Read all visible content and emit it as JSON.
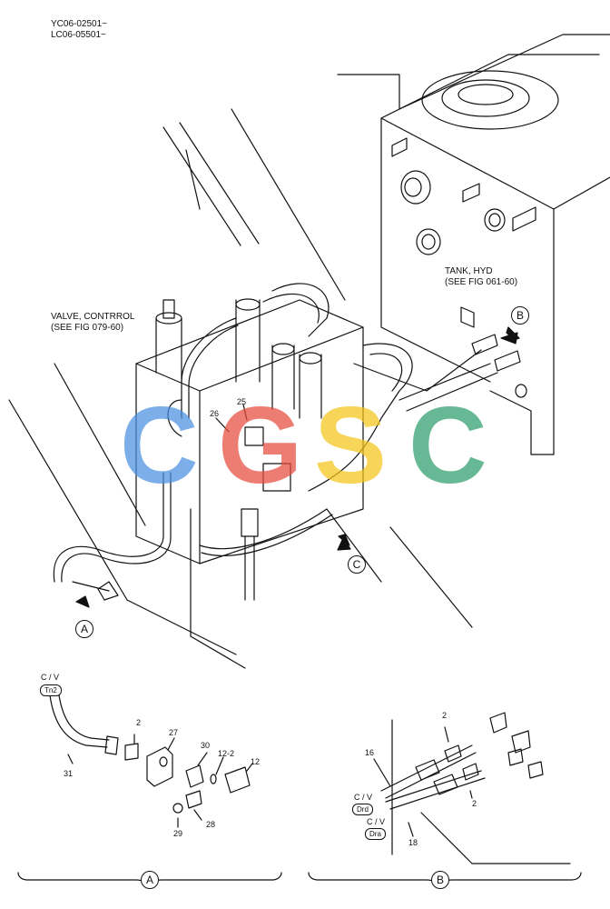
{
  "header": {
    "serial_line1": "YC06-02501~",
    "serial_line2": "LC06-05501~"
  },
  "labels": {
    "tank_line1": "TANK, HYD",
    "tank_line2": "(SEE FIG 061-60)",
    "valve_line1": "VALVE, CONTRROL",
    "valve_line2": "(SEE FIG 079-60)"
  },
  "view_markers": {
    "a": "A",
    "b": "B",
    "c": "C"
  },
  "callouts_main": {
    "p25": "25",
    "p26": "26"
  },
  "detail_a": {
    "cv_label": "C / V",
    "port": "Tn2",
    "parts": {
      "p2": "2",
      "p27": "27",
      "p30": "30",
      "p12_2": "12-2",
      "p12": "12",
      "p31": "31",
      "p29": "29",
      "p28": "28"
    },
    "view_label": "A"
  },
  "detail_b": {
    "cv_label_1": "C / V",
    "port_1": "Drd",
    "cv_label_2": "C / V",
    "port_2": "Dra",
    "parts": {
      "p2a": "2",
      "p16": "16",
      "p2b": "2",
      "p18": "18"
    },
    "view_label": "B"
  },
  "watermark": {
    "letters": [
      "C",
      "G",
      "S",
      "C"
    ],
    "colors": [
      "#4a90e2",
      "#e74c3c",
      "#f5c518",
      "#2e9e6b"
    ]
  }
}
